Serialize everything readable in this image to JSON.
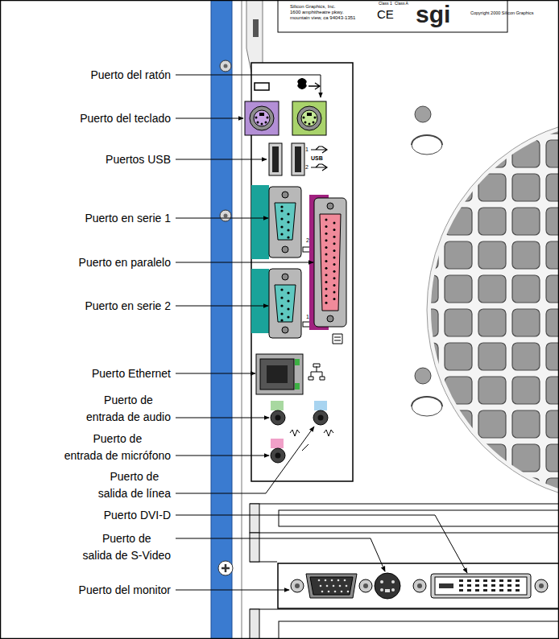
{
  "diagram": {
    "labels": [
      "Puerto del ratón",
      "Puerto del teclado",
      "Puertos USB",
      "Puerto en serie 1",
      "Puerto en paralelo",
      "Puerto en serie 2",
      "Puerto Ethernet",
      "Puerto de entrada de audio",
      "Puerto de entrada de micrófono",
      "Puerto de salida de línea",
      "Puerto DVI-D",
      "Puerto de salida de S-Video",
      "Puerto del monitor",
      "Silicon Graphics, Inc.",
      "1600 amphitheatre pkwy.",
      "mountain view, ca 94043-1351",
      "Class 1",
      "Class A",
      "CE",
      "sgi",
      "Copyright 2000 Silicon Graphics",
      "1",
      "USB",
      "2",
      "2",
      "1"
    ]
  }
}
